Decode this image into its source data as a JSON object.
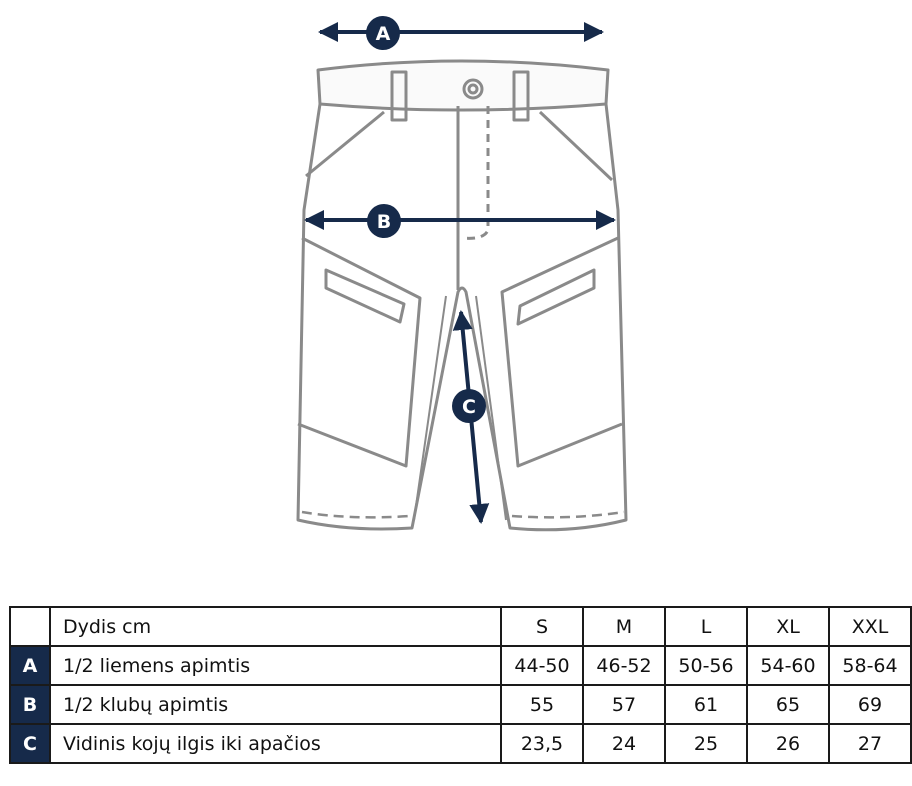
{
  "diagram": {
    "markers": [
      "A",
      "B",
      "C"
    ]
  },
  "table": {
    "header": {
      "label": "Dydis cm",
      "sizes": [
        "S",
        "M",
        "L",
        "XL",
        "XXL"
      ]
    },
    "rows": [
      {
        "letter": "A",
        "label": "1/2 liemens apimtis",
        "values": [
          "44-50",
          "46-52",
          "50-56",
          "54-60",
          "58-64"
        ]
      },
      {
        "letter": "B",
        "label": "1/2 klubų apimtis",
        "values": [
          "55",
          "57",
          "61",
          "65",
          "69"
        ]
      },
      {
        "letter": "C",
        "label": "Vidinis kojų ilgis iki apačios",
        "values": [
          "23,5",
          "24",
          "25",
          "26",
          "27"
        ]
      }
    ]
  },
  "colors": {
    "navy": "#162a4a",
    "outline": "#8a8a8a"
  }
}
